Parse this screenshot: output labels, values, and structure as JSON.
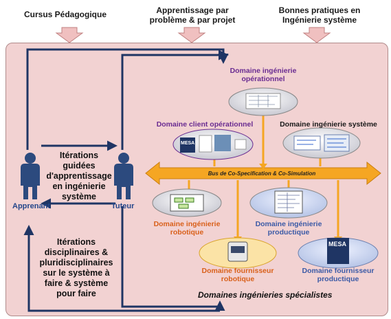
{
  "inputs": {
    "cursus": "Cursus Pédagogique",
    "apprentissage": "Apprentissage par problème & par projet",
    "bonnes_pratiques": "Bonnes pratiques en Ingénierie système"
  },
  "domains": {
    "operationnel": "Domaine ingénierie opérationnel",
    "client": "Domaine client opérationnel",
    "systeme": "Domaine ingénierie système",
    "robotique": "Domaine ingénierie robotique",
    "productique": "Domaine ingénierie productique",
    "fournisseur_robotique": "Domaine fournisseur robotique",
    "fournisseur_productique": "Domaine fournisseur productique"
  },
  "bus_label": "Bus de Co-Specification & Co-Simulation",
  "persons": {
    "apprenant": "Apprenant",
    "tuteur": "Tuteur"
  },
  "iterations_guidees": "Itérations guidées d'apprentissage en ingénierie système",
  "iterations_disciplinaires": "Itérations disciplinaires & pluridisciplinaires sur le système à faire & système pour faire",
  "specialistes": "Domaines ingénieries spécialistes",
  "logo_text": "MESA",
  "colors": {
    "panel": "#f2d2d2",
    "bus": "#f5a623",
    "loop_arrows": "#1f3564",
    "purple": "#6a2c91",
    "orange": "#d9601a",
    "blue": "#3b5aa6"
  }
}
